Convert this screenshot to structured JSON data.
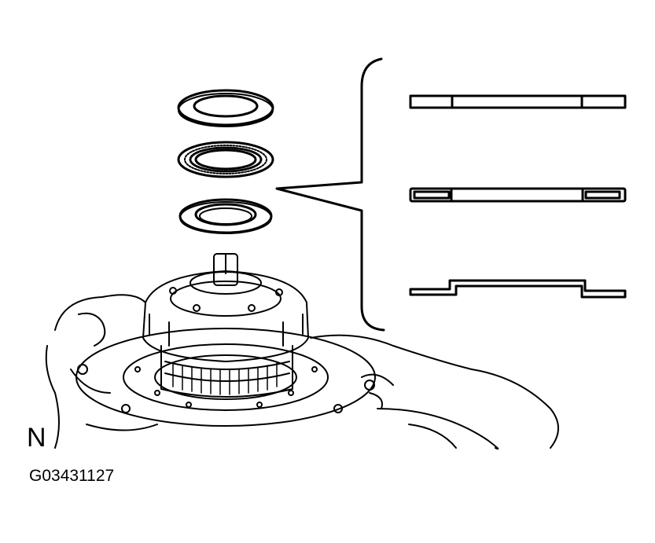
{
  "diagram": {
    "kind": "exploded assembly drawing",
    "subject": "thrust washer / thrust needle bearing / bearing race stacked above planetary gear carrier on transmission case",
    "labels": {
      "corner_letter": "N",
      "figure_code": "G03431127"
    },
    "parts_stack": [
      {
        "id": "thrust-washer",
        "order": 1
      },
      {
        "id": "thrust-needle-bearing",
        "order": 2
      },
      {
        "id": "bearing-race",
        "order": 3
      }
    ],
    "cross_sections": [
      {
        "id": "cross-section-washer",
        "order": 1
      },
      {
        "id": "cross-section-bearing",
        "order": 2
      },
      {
        "id": "cross-section-race",
        "order": 3
      }
    ],
    "colors": {
      "line": "#000000",
      "background": "#ffffff"
    }
  }
}
